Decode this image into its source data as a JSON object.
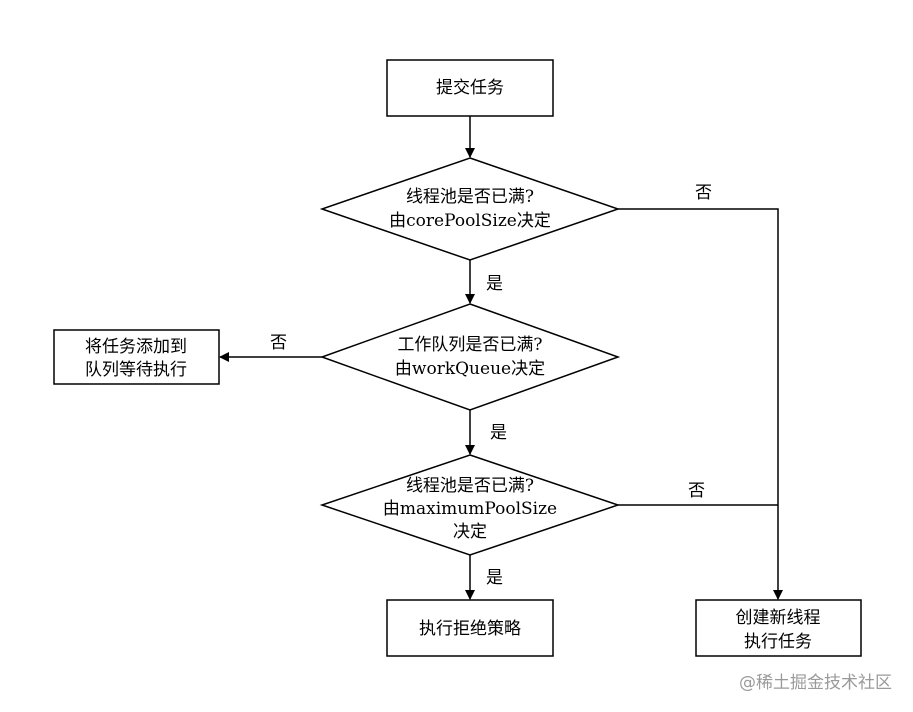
{
  "nodes": {
    "submit": {
      "lines": [
        "提交任务"
      ]
    },
    "check_core": {
      "lines": [
        "线程池是否已满?",
        "由corePoolSize决定"
      ]
    },
    "check_queue": {
      "lines": [
        "工作队列是否已满?",
        "由workQueue决定"
      ]
    },
    "check_max": {
      "lines": [
        "线程池是否已满?",
        "由maximumPoolSize",
        "决定"
      ]
    },
    "enqueue": {
      "lines": [
        "将任务添加到",
        "队列等待执行"
      ]
    },
    "reject": {
      "lines": [
        "执行拒绝策略"
      ]
    },
    "create_thread": {
      "lines": [
        "创建新线程",
        "执行任务"
      ]
    }
  },
  "edges": {
    "core_yes": "是",
    "core_no": "否",
    "queue_yes": "是",
    "queue_no": "否",
    "max_yes": "是",
    "max_no": "否"
  },
  "watermark": "@稀土掘金技术社区"
}
